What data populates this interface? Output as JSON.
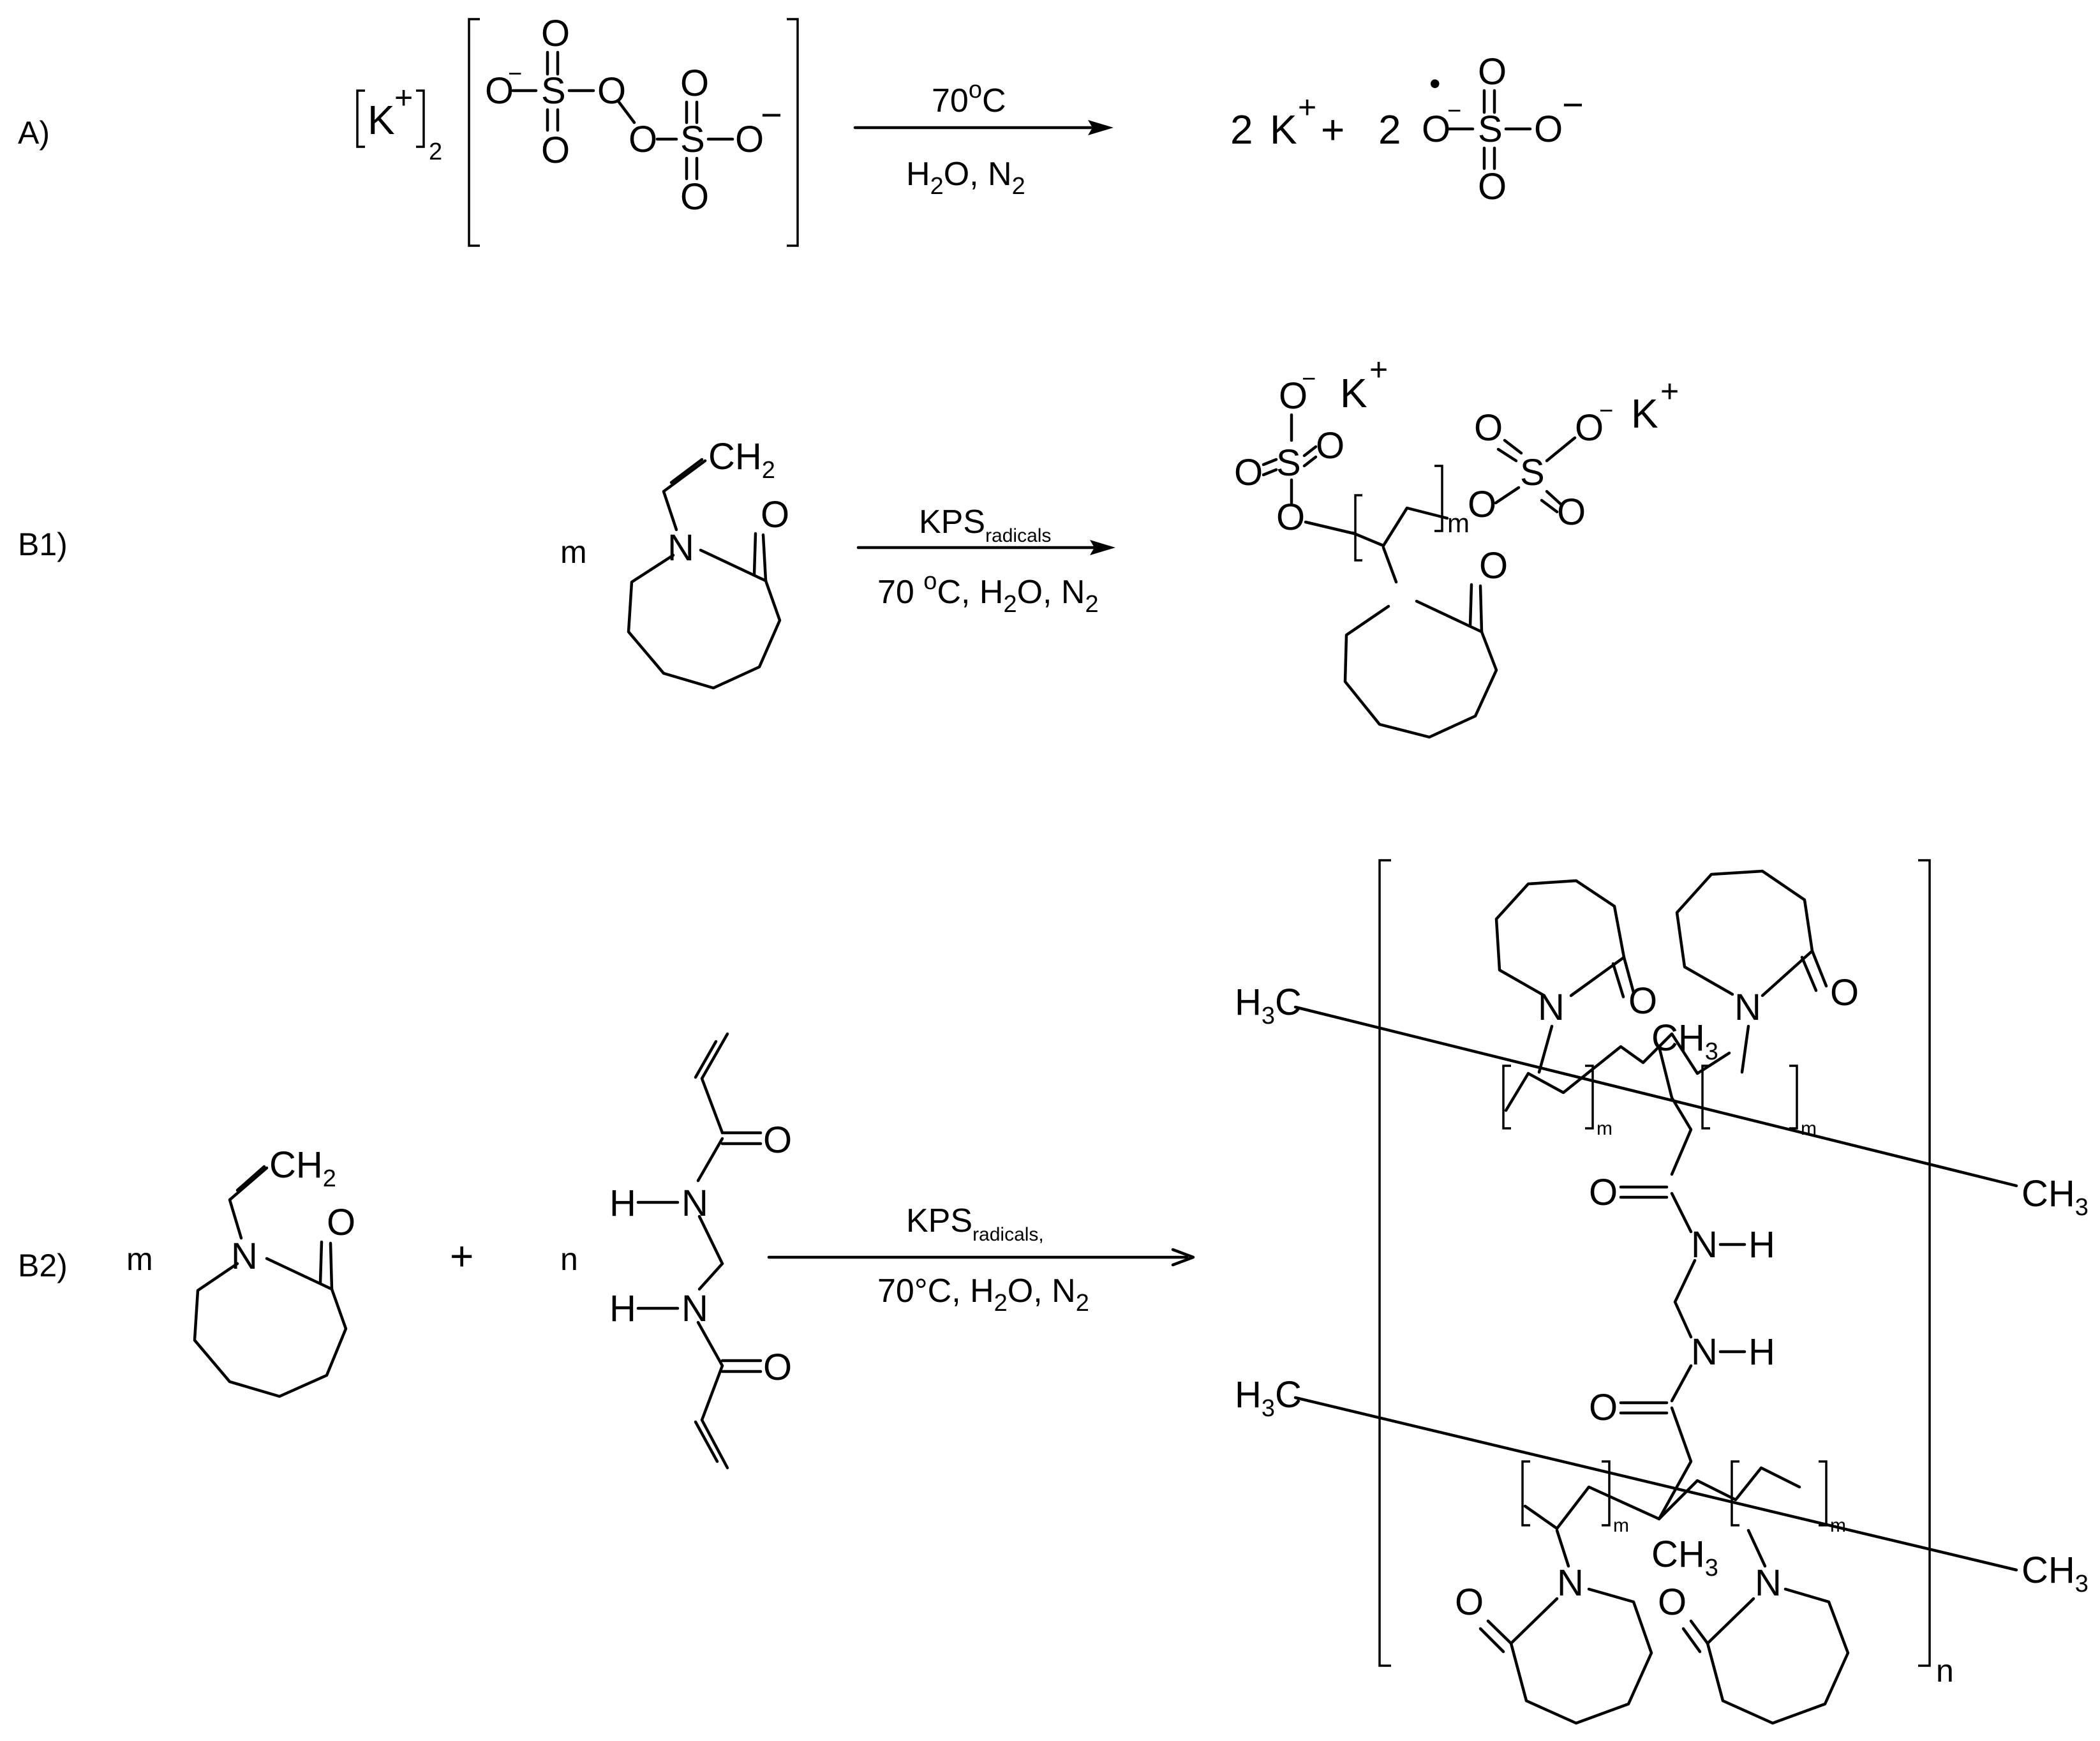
{
  "reactions": [
    {
      "id": "A",
      "label": "A)",
      "reagent_ion": "K",
      "reagent_ion_charge": "+",
      "reagent_ion_count": "2",
      "reactant_atoms": {
        "O": "O",
        "S": "S",
        "minus": "−"
      },
      "condition_top": "70",
      "condition_top_degree": "o",
      "condition_top_unit": "C",
      "condition_bottom": {
        "h": "H",
        "h_sub": "2",
        "o_rest": "O, N",
        "n_sub": "2"
      },
      "product_coef_1": "2",
      "product_ion": "K",
      "product_ion_charge": "+",
      "plus": "+",
      "product_coef_2": "2",
      "radical_dot": "•"
    },
    {
      "id": "B1",
      "label": "B1)",
      "coefficient": "m",
      "monomer": {
        "vinyl": "CH",
        "vinyl_sub": "2",
        "ring_N": "N",
        "carbonyl_O": "O"
      },
      "condition_top": "KPS",
      "condition_top_sub": "radicals",
      "condition_bottom": {
        "t": "70 ",
        "deg": "o",
        "c": "C, H",
        "h_sub": "2",
        "o_rest": "O, N",
        "n_sub": "2"
      },
      "product": {
        "O": "O",
        "S": "S",
        "minus": "−",
        "K": "K",
        "K_charge": "+",
        "repeat_index": "m"
      }
    },
    {
      "id": "B2",
      "label": "B2)",
      "coefficient_m": "m",
      "monomer": {
        "vinyl": "CH",
        "vinyl_sub": "2",
        "ring_N": "N",
        "carbonyl_O": "O"
      },
      "plus": "+",
      "coefficient_n": "n",
      "crosslinker": {
        "H": "H",
        "N": "N",
        "O": "O"
      },
      "condition_top": "KPS",
      "condition_top_sub": "radicals,",
      "condition_bottom": {
        "t": "70°C, H",
        "h_sub": "2",
        "o_rest": "O, N",
        "n_sub": "2"
      },
      "product": {
        "end_group_left": "H",
        "end_sub": "3",
        "end_c": "C",
        "end_group_right": "CH",
        "methyl": "CH",
        "methyl_sub": "3",
        "N": "N",
        "O": "O",
        "H": "H",
        "repeat_index": "m",
        "outer_index": "n"
      }
    }
  ]
}
